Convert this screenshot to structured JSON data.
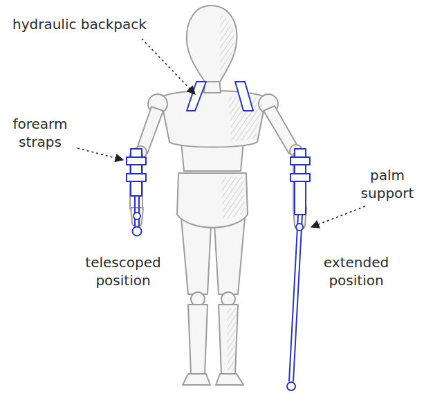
{
  "diagram": {
    "labels": [
      "hydraulic backpack",
      "forearm straps",
      "palm support",
      "telescoped position",
      "extended position"
    ]
  }
}
